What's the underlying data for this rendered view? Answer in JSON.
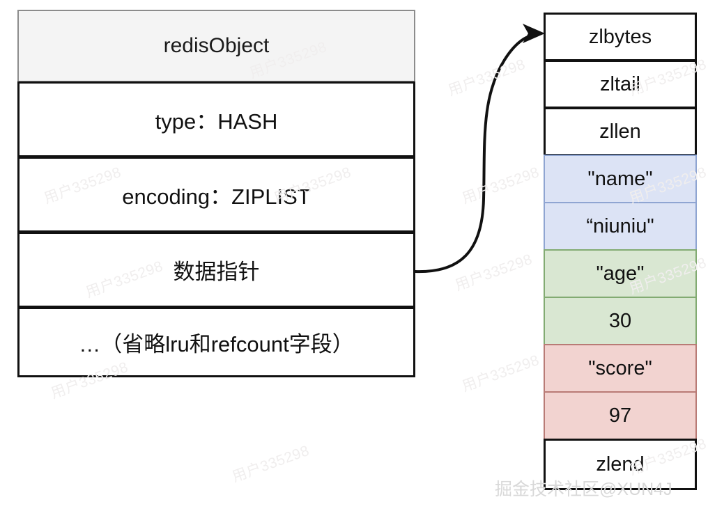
{
  "diagram": {
    "title": "redisObject ZIPLIST hash encoding",
    "colors": {
      "blue_fill": "#dce3f5",
      "blue_border": "#8fa5d2",
      "green_fill": "#d9e7d2",
      "green_border": "#82ab72",
      "red_fill": "#f2d3d0",
      "red_border": "#b97b76",
      "header_fill": "#f4f4f4",
      "header_border": "#8c8c8c",
      "line": "#111111"
    }
  },
  "redis_object": {
    "header": "redisObject",
    "rows": [
      {
        "text": "type：HASH"
      },
      {
        "text": "encoding：ZIPLIST"
      },
      {
        "text": "数据指针"
      },
      {
        "text": "…（省略lru和refcount字段）"
      }
    ]
  },
  "ziplist": {
    "cells": [
      {
        "text": "zlbytes",
        "fill": "white"
      },
      {
        "text": "zltail",
        "fill": "white"
      },
      {
        "text": "zllen",
        "fill": "white"
      },
      {
        "text": "\"name\"",
        "fill": "blue"
      },
      {
        "text": "“niuniu\"",
        "fill": "blue"
      },
      {
        "text": "\"age\"",
        "fill": "green"
      },
      {
        "text": "30",
        "fill": "green"
      },
      {
        "text": "\"score\"",
        "fill": "red"
      },
      {
        "text": "97",
        "fill": "red"
      },
      {
        "text": "zlend",
        "fill": "white"
      }
    ]
  },
  "connector": {
    "label": "data-pointer-to-ziplist"
  },
  "watermarks": {
    "tile_text": "用户335298",
    "bottom_text": "掘金技术社区@XUN4J"
  }
}
